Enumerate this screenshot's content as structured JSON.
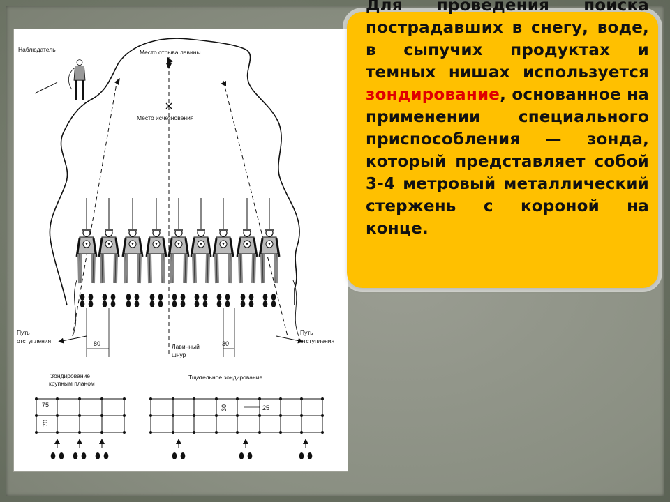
{
  "slide_text": {
    "before": "Для проведения поиска пострадавших в снегу, воде, в сыпучих продуктах и темных нишах используется ",
    "highlight": "зондирование",
    "after": ", основанное на применении специального приспособления — зонда, который представляет собой 3-4 метровый металлический стержень с короной на конце.",
    "highlight_color": "#e00000"
  },
  "diagram": {
    "observer_label": "Наблюдатель",
    "avalanche_start_label": "Место отрыва лавины",
    "disappearance_label": "Место исчезновения",
    "retreat_left_line1": "Путь",
    "retreat_left_line2": "отступления",
    "retreat_right_line1": "Путь",
    "retreat_right_line2": "отступления",
    "cord_line1": "Лавинный",
    "cord_line2": "шнур",
    "spacing_80": "80",
    "spacing_30": "30",
    "coarse_line1": "Зондирование",
    "coarse_line2": "крупным планом",
    "fine_label": "Тщательное зондирование",
    "coarse_w": "75",
    "coarse_h": "70",
    "fine_h": "30",
    "fine_w": "25"
  }
}
